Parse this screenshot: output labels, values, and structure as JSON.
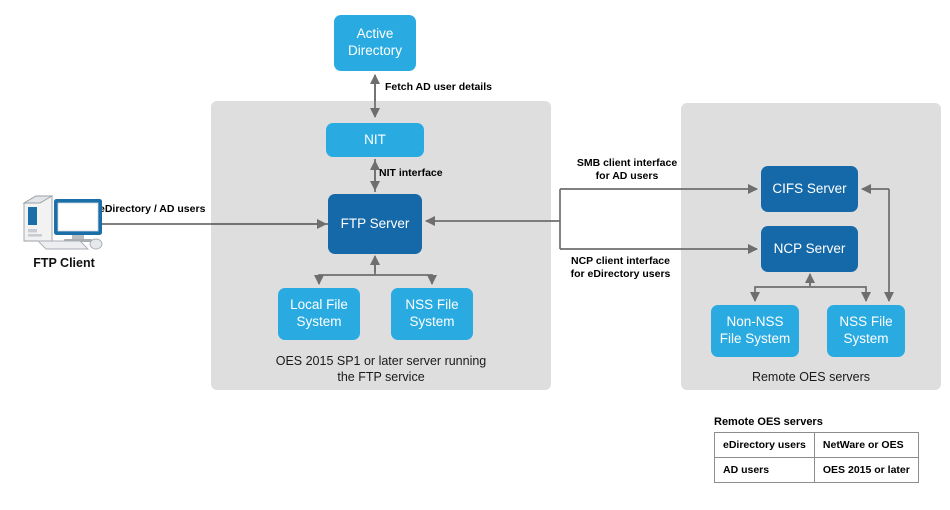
{
  "diagram": {
    "title": "OES FTP server architecture",
    "colors": {
      "node_light_blue": "#29abe2",
      "node_dark_blue": "#1569a8",
      "panel_gray": "#dedede",
      "connector_gray": "#6e6e6e",
      "text_dark": "#000000"
    },
    "nodes": {
      "active_directory": "Active\nDirectory",
      "nit": "NIT",
      "ftp_server": "FTP Server",
      "local_file_system": "Local File\nSystem",
      "nss_file_system_left": "NSS File\nSystem",
      "cifs_server": "CIFS Server",
      "ncp_server": "NCP Server",
      "non_nss_file_system": "Non-NSS\nFile System",
      "nss_file_system_right": "NSS File\nSystem"
    },
    "edge_labels": {
      "fetch_ad_user_details": "Fetch AD user details",
      "nit_interface": "NIT interface",
      "edirectory_ad_users": "eDirectory / AD users",
      "smb_client_interface": "SMB client interface\nfor AD users",
      "ncp_client_interface": "NCP client interface\nfor eDirectory users"
    },
    "panels": {
      "left_caption": "OES 2015 SP1 or later server running\nthe FTP service",
      "right_caption": "Remote OES servers"
    },
    "client": {
      "label": "FTP Client",
      "icon": "desktop-computer-icon"
    },
    "legend": {
      "title": "Remote OES servers",
      "rows": [
        {
          "user_type": "eDirectory users",
          "platform": "NetWare or OES"
        },
        {
          "user_type": "AD users",
          "platform": "OES 2015 or later"
        }
      ]
    }
  }
}
